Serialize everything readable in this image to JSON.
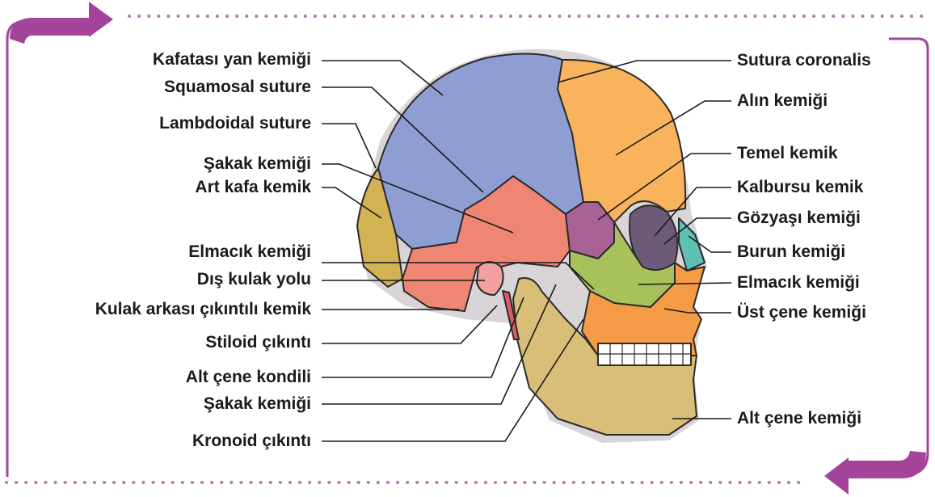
{
  "diagram": {
    "colors": {
      "frame": "#a3449a",
      "parietal": "#8e9dd2",
      "frontal": "#f8b35c",
      "temporal": "#ef8673",
      "occipital": "#d3b254",
      "sphenoid": "#a86295",
      "zygomatic": "#a9c15a",
      "nasal": "#5fc1b3",
      "maxilla": "#f59b46",
      "mandible": "#d9be78",
      "orbit": "#6b5a78"
    },
    "labels_left": [
      "Kafatası yan kemiği",
      "Squamosal suture",
      "Lambdoidal suture",
      "Şakak kemiği",
      "Art kafa kemik",
      "Elmacık kemiği",
      "Dış kulak yolu",
      "Kulak arkası çıkıntılı kemik",
      "Stiloid çıkıntı",
      "Alt çene kondili",
      "Şakak kemiği",
      "Kronoid çıkıntı"
    ],
    "labels_right": [
      "Sutura coronalis",
      "Alın kemiği",
      "Temel kemik",
      "Kalbursu kemik",
      "Gözyaşı kemiği",
      "Burun kemiği",
      "Elmacık kemiği",
      "Üst çene kemiği",
      "Alt çene kemiği"
    ]
  }
}
